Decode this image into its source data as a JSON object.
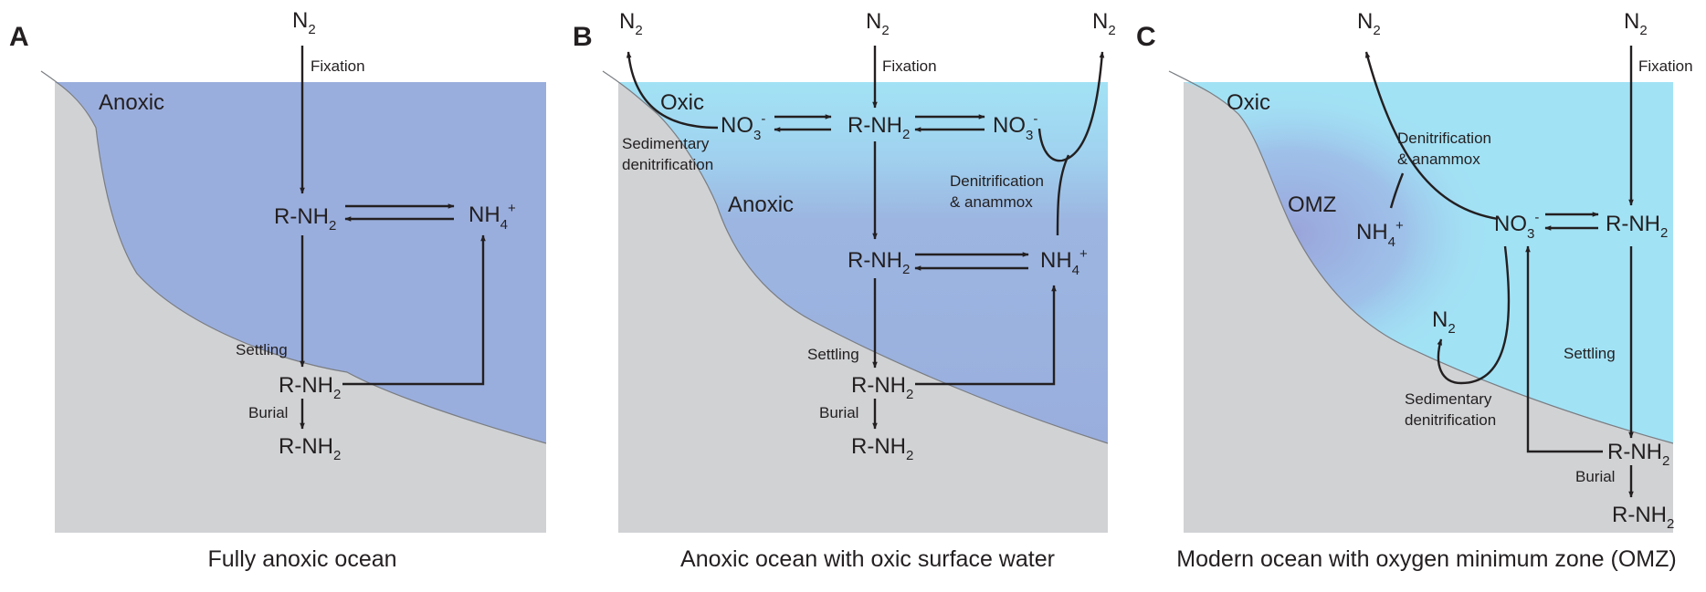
{
  "panels": [
    {
      "letter": "A",
      "caption": "Fully anoxic ocean",
      "regions": [
        "Anoxic"
      ],
      "labels": {
        "n2_top": "N",
        "fixation": "Fixation",
        "rnh2_mid": "R-NH",
        "nh4": "NH",
        "settling": "Settling",
        "rnh2_low": "R-NH",
        "burial": "Burial",
        "rnh2_buried": "R-NH"
      }
    },
    {
      "letter": "B",
      "caption": "Anoxic ocean with oxic surface water",
      "regions": [
        "Oxic",
        "Anoxic"
      ],
      "labels": {
        "n2_left": "N",
        "n2_top": "N",
        "n2_right": "N",
        "fixation": "Fixation",
        "no3_left": "NO",
        "rnh2_top": "R-NH",
        "no3_right": "NO",
        "sed_denit_1": "Sedimentary",
        "sed_denit_2": "denitrification",
        "denit_1": "Denitrification",
        "denit_2": "& anammox",
        "rnh2_mid": "R-NH",
        "nh4": "NH",
        "settling": "Settling",
        "rnh2_low": "R-NH",
        "burial": "Burial",
        "rnh2_buried": "R-NH"
      }
    },
    {
      "letter": "C",
      "caption": "Modern ocean with oxygen minimum zone (OMZ)",
      "regions": [
        "Oxic",
        "OMZ"
      ],
      "labels": {
        "n2_left": "N",
        "n2_right": "N",
        "fixation": "Fixation",
        "denit_1": "Denitrification",
        "denit_2": "& anammox",
        "nh4": "NH",
        "no3": "NO",
        "rnh2_top": "R-NH",
        "n2_sed": "N",
        "sed_denit_1": "Sedimentary",
        "sed_denit_2": "denitrification",
        "settling": "Settling",
        "rnh2_low": "R-NH",
        "burial": "Burial",
        "rnh2_buried": "R-NH"
      }
    }
  ],
  "subscripts": {
    "two": "2",
    "three": "3",
    "four": "4"
  },
  "superscripts": {
    "plus": "+",
    "minus": "-"
  },
  "colors": {
    "sediment": "#d0d2d4",
    "anoxic_water": "#9aaedd",
    "oxic_water": "#a2e2f5",
    "omz_core": "#9aa6da",
    "arrow": "#231f20"
  }
}
